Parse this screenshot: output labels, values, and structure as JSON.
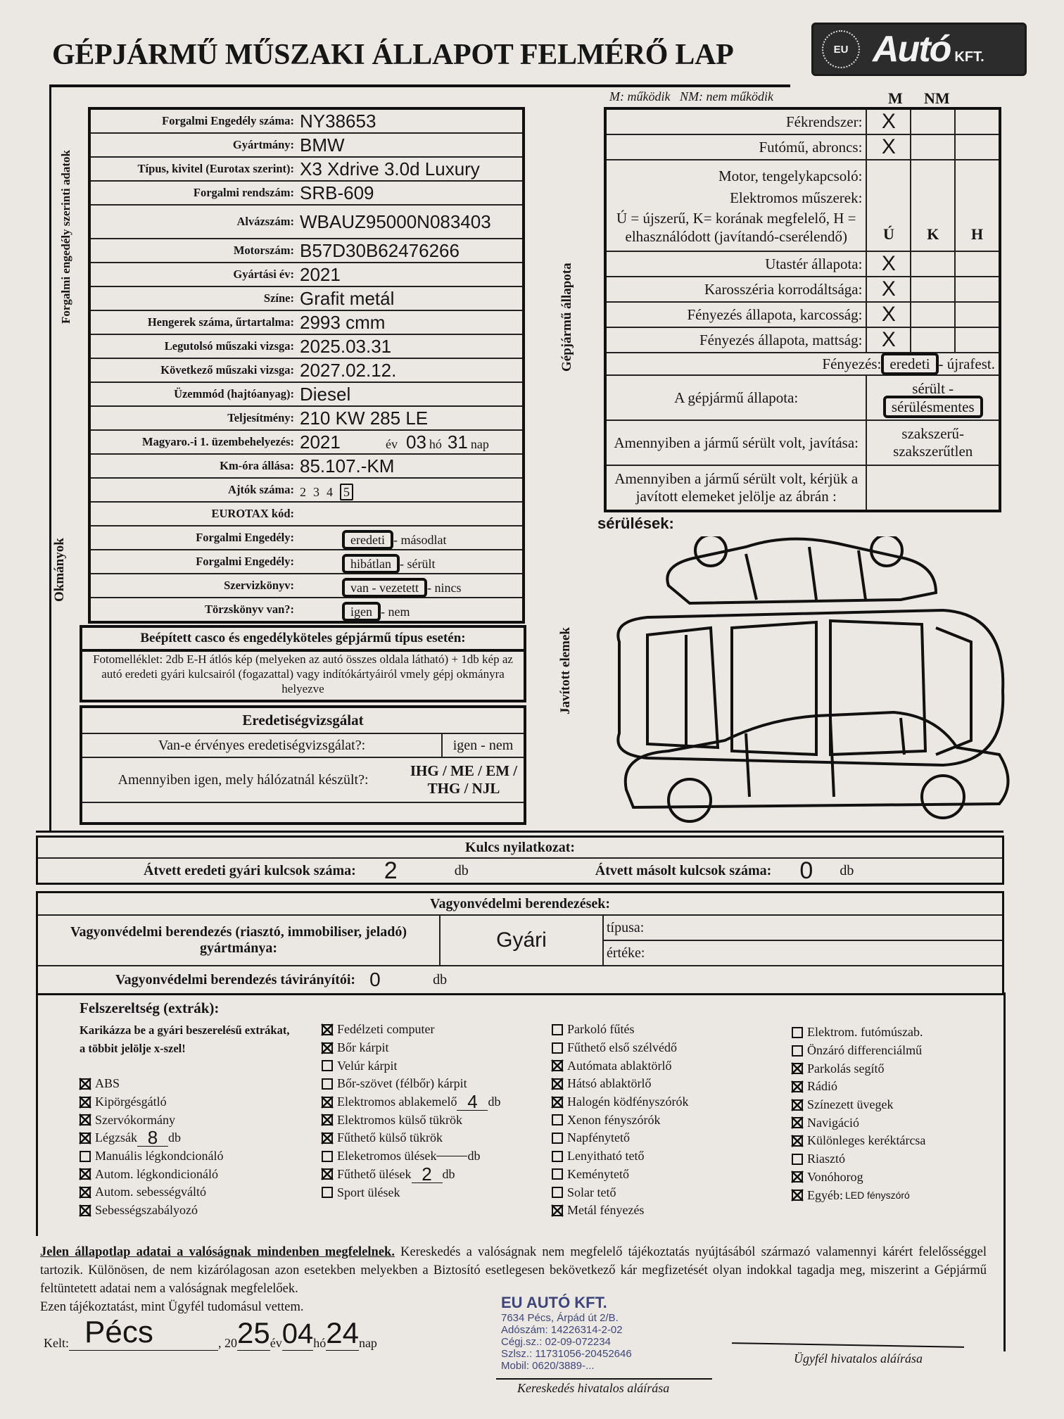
{
  "title": "GÉPJÁRMŰ MŰSZAKI ÁLLAPOT FELMÉRŐ LAP",
  "logo": {
    "eu": "EU",
    "name": "Autó",
    "suffix": "KFT."
  },
  "side_labels": {
    "registration": "Forgalmi engedély szerinti adatok",
    "documents": "Okmányok",
    "vehicle_state": "Gépjármű állapota",
    "repaired": "Javított elemek"
  },
  "vehicle_rows": [
    {
      "label": "Forgalmi Engedély száma:",
      "value": "NY38653"
    },
    {
      "label": "Gyártmány:",
      "value": "BMW"
    },
    {
      "label": "Típus, kivitel (Eurotax szerint):",
      "value": "X3 Xdrive 3.0d Luxury"
    },
    {
      "label": "Forgalmi rendszám:",
      "value": "SRB-609"
    },
    {
      "label": "Alvázszám:",
      "value": "WBAUZ95000N083403"
    },
    {
      "label": "Motorszám:",
      "value": "B57D30B62476266"
    },
    {
      "label": "Gyártási év:",
      "value": "2021"
    },
    {
      "label": "Színe:",
      "value": "Grafit metál"
    },
    {
      "label": "Hengerek száma, űrtartalma:",
      "value": "2993 cmm"
    },
    {
      "label": "Legutolsó műszaki vizsga:",
      "value": "2025.03.31"
    },
    {
      "label": "Következő műszaki vizsga:",
      "value": "2027.02.12."
    },
    {
      "label": "Üzemmód (hajtóanyag):",
      "value": "Diesel"
    },
    {
      "label": "Teljesítmény:",
      "value": "210 KW 285 LE"
    }
  ],
  "first_reg": {
    "label": "Magyaro.-i 1. üzembehelyezés:",
    "year": "2021",
    "ev": "év",
    "month": "03",
    "ho": "hó",
    "day": "31",
    "nap": "nap"
  },
  "km": {
    "label": "Km-óra állása:",
    "value": "85.107.-KM"
  },
  "doors": {
    "label": "Ajtók száma:",
    "options": [
      "2",
      "3",
      "4"
    ],
    "selected": "5"
  },
  "eurotax": {
    "label": "EUROTAX kód:",
    "value": ""
  },
  "doc_rows": [
    {
      "label": "Forgalmi Engedély:",
      "selected": "eredeti",
      "rest": "- másodlat"
    },
    {
      "label": "Forgalmi Engedély:",
      "selected": "hibátlan",
      "rest": "- sérült"
    },
    {
      "label": "Szervizkönyv:",
      "selected": "van - vezetett",
      "rest": "- nincs"
    },
    {
      "label": "Törzskönyv van?:",
      "selected": "igen",
      "rest": "- nem"
    }
  ],
  "casco": {
    "title": "Beépített casco és engedélyköteles gépjármű típus esetén:",
    "text": "Fotomelléklet: 2db E-H átlós kép (melyeken az autó összes oldala látható) + 1db kép az autó eredeti gyári kulcsairól (fogazattal) vagy indítókártyáiról vmely gépj okmányra helyezve"
  },
  "origin": {
    "title": "Eredetiségvizsgálat",
    "q1": "Van-e érvényes eredetiségvizsgálat?:",
    "a1": "igen - nem",
    "q2": "Amennyiben igen, mely hálózatnál készült?:",
    "a2": "IHG / ME / EM / THG / NJL"
  },
  "state": {
    "legend": "M: működik   NM: nem működik",
    "col_m": "M",
    "col_nm": "NM",
    "rows_top": [
      {
        "label": "Fékrendszer:",
        "mark": "X"
      },
      {
        "label": "Futómű, abroncs:",
        "mark": "X"
      }
    ],
    "motor": "Motor, tengelykapcsoló:",
    "electric": "Elektromos műszerek:",
    "scale_text": "Ú = újszerű, K= korának megfelelő, H = elhasználódott (javítandó-cserélendő)",
    "col_u": "Ú",
    "col_k": "K",
    "col_h": "H",
    "rows_cond": [
      {
        "label": "Utastér állapota:",
        "mark": "X"
      },
      {
        "label": "Karosszéria korrodáltsága:",
        "mark": "X"
      },
      {
        "label": "Fényezés állapota, karcosság:",
        "mark": "X"
      },
      {
        "label": "Fényezés állapota, mattság:",
        "mark": "X"
      }
    ],
    "paint_label": "Fényezés:",
    "paint_selected": "eredeti",
    "paint_rest": "- újrafest.",
    "cond_label": "A gépjármű állapota:",
    "cond_opt1": "sérült -",
    "cond_selected": "sérülésmentes",
    "repair_label": "Amennyiben a jármű sérült volt, javítása:",
    "repair_opts": "szakszerű- szakszerűtlen",
    "mark_label": "Amennyiben a jármű sérült volt, kérjük a javított elemeket jelölje az ábrán :"
  },
  "damage_label": "sérülések:",
  "keys": {
    "title": "Kulcs nyilatkozat:",
    "orig_label": "Átvett eredeti gyári kulcsok száma:",
    "orig_value": "2",
    "db": "db",
    "copy_label": "Átvett másolt kulcsok száma:",
    "copy_value": "0"
  },
  "security": {
    "title": "Vagyonvédelmi berendezések:",
    "make_label": "Vagyonvédelmi berendezés (riasztó, immobiliser, jeladó) gyártmánya:",
    "make_value": "Gyári",
    "type_label": "típusa:",
    "value_label": "értéke:",
    "remote_label": "Vagyonvédelmi berendezés távirányítói:",
    "remote_value": "0",
    "db": "db"
  },
  "extras": {
    "title": "Felszereltség (extrák):",
    "instruction": "Karikázza be a gyári beszerelésű extrákat, a többit jelölje x-szel!",
    "columns": [
      [
        {
          "label": "ABS",
          "checked": true
        },
        {
          "label": "Kipörgésgátló",
          "checked": true
        },
        {
          "label": "Szervókormány",
          "checked": true
        },
        {
          "label": "Légzsák",
          "qty": "8",
          "unit": "db",
          "checked": true
        },
        {
          "label": "Manuális légkondcionáló",
          "checked": false
        },
        {
          "label": "Autom. légkondicionáló",
          "checked": true
        },
        {
          "label": "Autom. sebességváltó",
          "checked": true
        },
        {
          "label": "Sebességszabályozó",
          "checked": true
        }
      ],
      [
        {
          "label": "Fedélzeti computer",
          "checked": true
        },
        {
          "label": "Bőr kárpit",
          "checked": true
        },
        {
          "label": "Velúr kárpit",
          "checked": false
        },
        {
          "label": "Bőr-szövet (félbőr) kárpit",
          "checked": false
        },
        {
          "label": "Elektromos ablakemelő",
          "qty": "4",
          "unit": "db",
          "checked": true
        },
        {
          "label": "Elektromos külső tükrök",
          "checked": true
        },
        {
          "label": "Fűthető külső tükrök",
          "checked": true
        },
        {
          "label": "Eleketromos ülések",
          "qty": "",
          "unit": "db",
          "checked": false
        },
        {
          "label": "Fűthető ülések",
          "qty": "2",
          "unit": "db",
          "checked": true
        },
        {
          "label": "Sport ülések",
          "checked": false
        }
      ],
      [
        {
          "label": "Parkoló fűtés",
          "checked": false
        },
        {
          "label": "Fűthető első szélvédő",
          "checked": false
        },
        {
          "label": "Autómata ablaktörlő",
          "checked": true
        },
        {
          "label": "Hátsó ablaktörlő",
          "checked": true
        },
        {
          "label": "Halogén ködfényszórók",
          "checked": true
        },
        {
          "label": "Xenon fényszórók",
          "checked": false
        },
        {
          "label": "Napfénytető",
          "checked": false
        },
        {
          "label": "Lenyitható tető",
          "checked": false
        },
        {
          "label": "Keménytető",
          "checked": false
        },
        {
          "label": "Solar tető",
          "checked": false
        },
        {
          "label": "Metál fényezés",
          "checked": true
        }
      ],
      [
        {
          "label": "Elektrom. futómúszab.",
          "checked": false
        },
        {
          "label": "Önzáró differenciálmű",
          "checked": false
        },
        {
          "label": "Parkolás segítő",
          "checked": true
        },
        {
          "label": "Rádió",
          "checked": true
        },
        {
          "label": "Színezett üvegek",
          "checked": true
        },
        {
          "label": "Navigáció",
          "checked": true
        },
        {
          "label": "Különleges keréktárcsa",
          "checked": true
        },
        {
          "label": "Riasztó",
          "checked": false
        },
        {
          "label": "Vonóhorog",
          "checked": true
        },
        {
          "label": "Egyéb:",
          "note": "LED fényszóró",
          "checked": true
        }
      ]
    ]
  },
  "legal": {
    "bold": "Jelen állapotlap adatai a valóságnak mindenben megfelelnek.",
    "text": " Kereskedés a valóságnak nem megfelelő tájékoztatás nyújtásából származó valamennyi kárért felelősséggel tartozik. Különösen, de nem kizárólagosan azon esetekben melyekben a Biztosító esetlegesen bekövetkező kár megfizetését olyan indokkal tagadja meg, miszerint a Gépjármű feltüntetett adatai nem a valóságnak megfelelőek.",
    "ack": "Ezen tájékoztatást, mint Ügyfél tudomásul vettem."
  },
  "date": {
    "kelt": "Kelt:",
    "city": "Pécs",
    "prefix": ", 20",
    "year": "25",
    "ev": "év",
    "month": "04",
    "ho": "hó",
    "day": "24",
    "nap": "nap"
  },
  "stamp": {
    "lines": [
      "EU AUTÓ KFT.",
      "7634 Pécs, Árpád út 2/B.",
      "Adószám: 14226314-2-02",
      "Cégj.sz.: 02-09-072234",
      "Szlsz.: 11731056-20452646",
      "Mobil: 0620/3889-..."
    ]
  },
  "signatures": {
    "dealer": "Kereskedés hivatalos aláírása",
    "customer": "Ügyfél hivatalos aláírása"
  },
  "colors": {
    "ink": "#161616",
    "paper": "#ebe8e3",
    "stamp": "#2d3470"
  }
}
